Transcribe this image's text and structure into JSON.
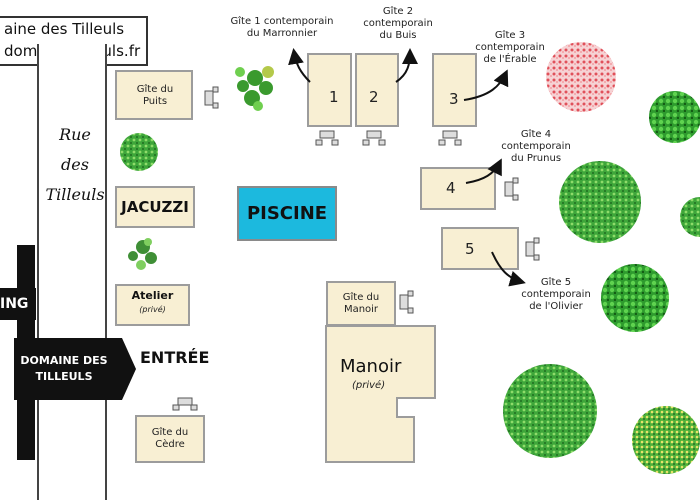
{
  "header": {
    "line1": "aine des Tilleuls",
    "line2": "domaine-tilleuls.fr"
  },
  "road": {
    "name_line1": "Rue des",
    "name_line2": "Tilleuls"
  },
  "signs": {
    "left_partial": "ING",
    "main_line1": "DOMAINE DES",
    "main_line2": "TILLEULS"
  },
  "entrance": "ENTRÉE",
  "pool": "PISCINE",
  "buildings": {
    "gite_puits": "Gîte du Puits",
    "jacuzzi": "JACUZZI",
    "atelier": "Atelier",
    "atelier_note": "(privé)",
    "gite_cedre": "Gîte du Cèdre",
    "gite_manoir": "Gîte du Manoir",
    "manoir": "Manoir",
    "manoir_note": "(privé)",
    "g1": "1",
    "g2": "2",
    "g3": "3",
    "g4": "4",
    "g5": "5"
  },
  "labels": {
    "gite1_line1": "Gîte 1 contemporain",
    "gite1_line2": "du Marronnier",
    "gite2_line1": "Gîte 2",
    "gite2_line2": "contemporain",
    "gite2_line3": "du Buis",
    "gite3_line1": "Gîte 3",
    "gite3_line2": "contemporain",
    "gite3_line3": "de l'Érable",
    "gite4_line1": "Gîte 4",
    "gite4_line2": "contemporain",
    "gite4_line3": "du Prunus",
    "gite5_line1": "Gîte 5",
    "gite5_line2": "contemporain",
    "gite5_line3": "de l'Olivier"
  },
  "colors": {
    "building_fill": "#f8efd3",
    "pool": "#1cb9de",
    "tree_green": "#3fbf3a",
    "tree_pink": "#e47a80"
  }
}
